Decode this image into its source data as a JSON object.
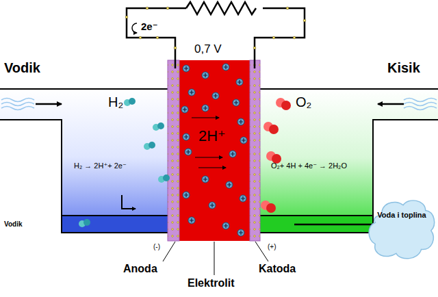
{
  "diagram": {
    "nodes": [
      {
        "text": [
          "Voda i toplina"
        ]
      }
    ],
    "labels": [
      "2e⁻",
      "0,7 V",
      "Vodik",
      "Kisik",
      "H₂",
      "O₂",
      "2H⁺",
      "H₂ → 2H⁺+ 2e⁻",
      "O₂+ 4H + 4e⁻ → 2H₂O",
      "Vodik",
      "(-)",
      "(+)",
      "Anoda",
      "Elektrolit",
      "Katoda"
    ]
  }
}
